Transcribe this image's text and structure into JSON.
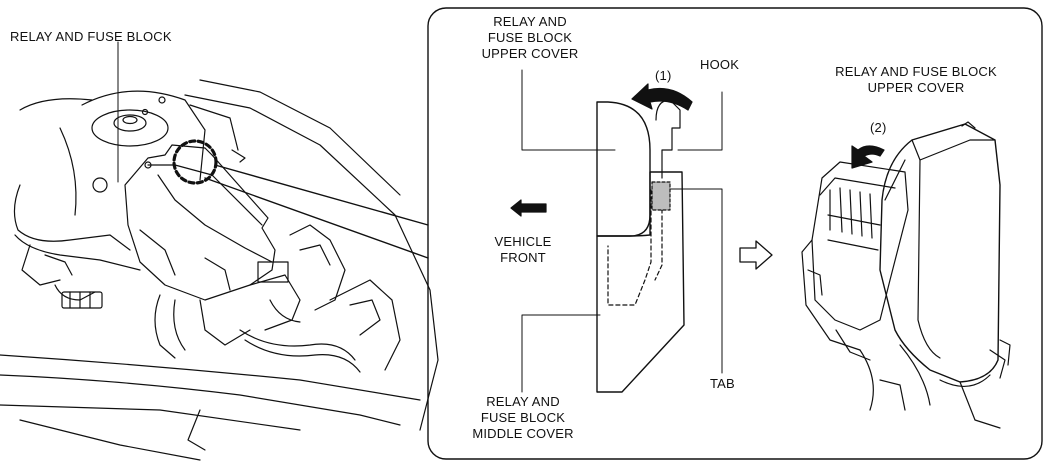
{
  "labels": {
    "relay_fuse_block": "RELAY AND FUSE BLOCK",
    "upper_cover_left": [
      "RELAY AND",
      "FUSE BLOCK",
      "UPPER COVER"
    ],
    "hook": "HOOK",
    "step1": "(1)",
    "step2": "(2)",
    "vehicle_front": [
      "VEHICLE",
      "FRONT"
    ],
    "tab": "TAB",
    "middle_cover": [
      "RELAY AND",
      "FUSE BLOCK",
      "MIDDLE COVER"
    ],
    "upper_cover_right": [
      "RELAY AND FUSE BLOCK",
      "UPPER COVER"
    ]
  },
  "colors": {
    "line": "#111111",
    "arrow_fill": "#111111",
    "tab_fill": "#bdbdbd",
    "background": "#ffffff"
  }
}
